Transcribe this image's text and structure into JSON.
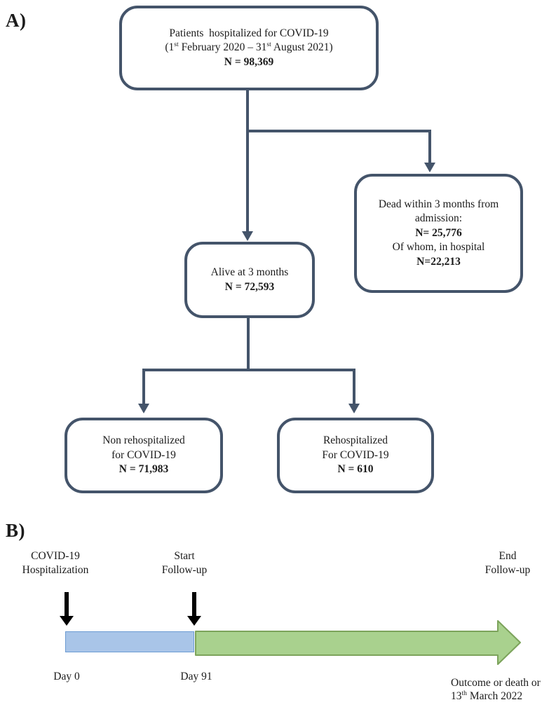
{
  "colors": {
    "slate": "#44546A",
    "blue_fill": "#A9C5E8",
    "blue_border": "#6C9BD2",
    "green_fill": "#A9D18E",
    "green_border": "#7CA35B",
    "black": "#000000",
    "text": "#1B1B1B"
  },
  "panel_a": {
    "label": "A)",
    "top_box": {
      "title": "Patients  hospitalized for COVID-19",
      "date_pre": "(1",
      "date_sup1": "st",
      "date_mid": " February 2020 – 31",
      "date_sup2": "st",
      "date_post": " August 2021)",
      "n": "N = 98,369"
    },
    "dead_box": {
      "line1": "Dead within 3 months from",
      "line2": "admission:",
      "n1": "N= 25,776",
      "line3": "Of whom, in hospital",
      "n2": "N=22,213"
    },
    "alive_box": {
      "line1": "Alive at 3 months",
      "n": "N = 72,593"
    },
    "non_rehosp_box": {
      "line1": "Non rehospitalized",
      "line2": "for COVID-19",
      "n": "N = 71,983"
    },
    "rehosp_box": {
      "line1": "Rehospitalized",
      "line2": "For COVID-19",
      "n": "N = 610"
    }
  },
  "panel_b": {
    "label": "B)",
    "milestones": [
      {
        "line1": "COVID-19",
        "line2": "Hospitalization",
        "day": "Day 0"
      },
      {
        "line1": "Start",
        "line2": "Follow-up",
        "day": "Day 91"
      },
      {
        "line1": "End",
        "line2": "Follow-up"
      }
    ],
    "end_note": {
      "line1": "Outcome or death or",
      "date_pre": "13",
      "date_sup": "th",
      "date_post": " March 2022"
    }
  }
}
